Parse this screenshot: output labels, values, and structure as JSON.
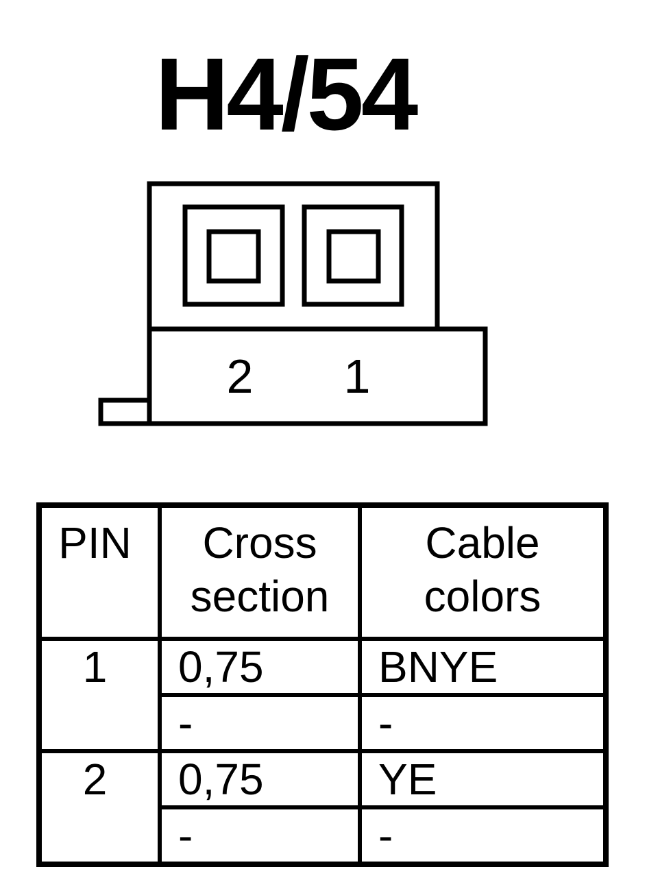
{
  "title": "H4/54",
  "connector": {
    "pin_labels": [
      "2",
      "1"
    ]
  },
  "table": {
    "headers": {
      "pin": "PIN",
      "cross_section_line1": "Cross",
      "cross_section_line2": "section",
      "cable_colors_line1": "Cable",
      "cable_colors_line2": "colors"
    },
    "rows": [
      {
        "pin": "1",
        "entries": [
          {
            "cross_section": "0,75",
            "cable_color": "BNYE"
          },
          {
            "cross_section": "-",
            "cable_color": "-"
          }
        ]
      },
      {
        "pin": "2",
        "entries": [
          {
            "cross_section": "0,75",
            "cable_color": "YE"
          },
          {
            "cross_section": "-",
            "cable_color": "-"
          }
        ]
      }
    ]
  }
}
